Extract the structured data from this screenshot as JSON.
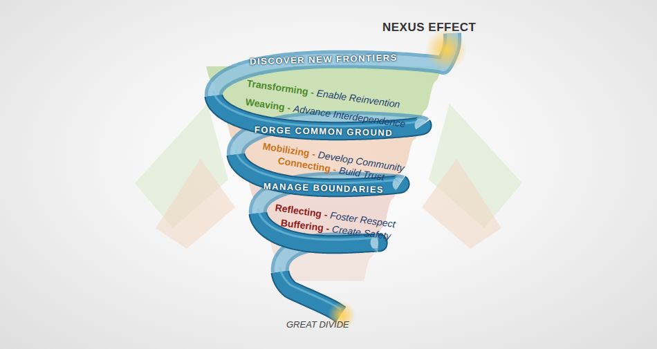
{
  "diagram": {
    "labels": [
      "NEXUS EFFECT",
      "DISCOVER NEW FRONTIERS",
      "Transforming -",
      "Enable Reinvention",
      "Weaving -",
      "Advance Interdependence",
      "FORGE COMMON GROUND",
      "Mobilizing -",
      "Develop Community",
      "Connecting -",
      "Build Trust",
      "MANAGE BOUNDARIES",
      "Reflecting -",
      "Foster Respect",
      "Buffering -",
      "Create Safety",
      "GREAT DIVIDE"
    ]
  }
}
